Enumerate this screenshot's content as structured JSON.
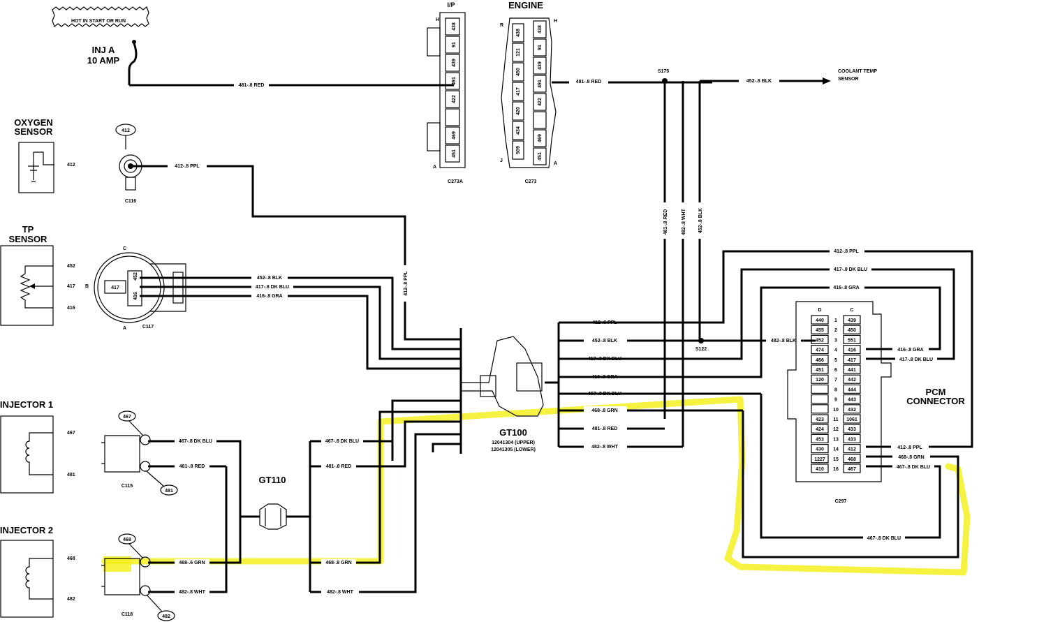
{
  "banner": "HOT IN START OR RUN",
  "fuse": {
    "line1": "INJ A",
    "line2": "10 AMP"
  },
  "connectors": {
    "ip": {
      "title": "I/P",
      "name": "C273A",
      "pins": [
        "438",
        "91",
        "439",
        "491",
        "422",
        "",
        "469",
        "451"
      ],
      "pin_top": "H",
      "pin_bottom": "A"
    },
    "engine": {
      "title": "ENGINE",
      "name": "C273",
      "pins_left": [
        "438",
        "121",
        "450",
        "417",
        "420",
        "434",
        "509"
      ],
      "pins_right": [
        "438",
        "91",
        "439",
        "491",
        "422",
        "",
        "469",
        "451"
      ],
      "letters": [
        "R",
        "H",
        "J",
        "A"
      ]
    },
    "c116": "C116",
    "c117": "C117",
    "c115": "C115",
    "c118": "C118",
    "c297": "C297"
  },
  "splices": {
    "s175": "S175",
    "s122": "S122"
  },
  "oxygen": {
    "title1": "OXYGEN",
    "title2": "SENSOR",
    "pin": "412",
    "tag": "412"
  },
  "tp": {
    "title1": "TP",
    "title2": "SENSOR",
    "pins": [
      "452",
      "417",
      "416"
    ],
    "conn_pins": [
      "417",
      "452",
      "416"
    ],
    "letters": [
      "C",
      "B",
      "A"
    ]
  },
  "injector1": {
    "title": "INJECTOR 1",
    "pins": [
      "467",
      "481"
    ],
    "tags": [
      "467",
      "481"
    ]
  },
  "injector2": {
    "title": "INJECTOR 2",
    "pins": [
      "468",
      "482"
    ],
    "tags": [
      "468",
      "482"
    ]
  },
  "wires": {
    "w481_red": "481-.8 RED",
    "w452_blk_top": "452-.8 BLK",
    "coolant": {
      "l1": "COOLANT TEMP",
      "l2": "SENSOR"
    },
    "w412_ppl": "412-.8 PPL",
    "tp_452": "452-.8 BLK",
    "tp_417": "417-.8 DK BLU",
    "tp_416": "416-.8 GRA",
    "v412": "412-.8 PPL",
    "v481": "481-.8 RED",
    "v482": "482-.8 WHT",
    "v452": "452-.8 BLK",
    "gt100": [
      "412-.8 PPL",
      "452-.8 BLK",
      "417-.8 DK BLU",
      "416-.8 GRA",
      "467-.8 DK BLU",
      "468-.8 GRN",
      "481-.8 RED",
      "482-.8 WHT"
    ],
    "loop": [
      "412-.8 PPL",
      "417-.8 DK BLU",
      "416-.8 GRA"
    ],
    "s122_blk": "482-.8 BLK",
    "inj1_467": "467-.8 DK BLU",
    "inj1_481": "481-.8 RED",
    "inj2_468": "468-.6 GRN",
    "inj2_482": "482-.8 WHT",
    "gt110_r": [
      "467-.8 DK BLU",
      "481-.8 RED",
      "468-.8 GRN",
      "482-.8 WHT"
    ],
    "pcm_right": [
      "416-.8 GRA",
      "417-.8 DK BLU",
      "412-.8 PPL",
      "468-.8 GRN",
      "467-.8 DK BLU"
    ],
    "bottom_467": "467-.8 DK BLU"
  },
  "gt100": {
    "title": "GT100",
    "l1": "12041304 (UPPER)",
    "l2": "12041305 (LOWER)"
  },
  "gt110": {
    "title": "GT110"
  },
  "pcm": {
    "title1": "PCM",
    "title2": "CONNECTOR",
    "col_d": "D",
    "col_c": "C",
    "rows": [
      {
        "n": "1",
        "d": "440",
        "c": "439"
      },
      {
        "n": "2",
        "d": "455",
        "c": "450"
      },
      {
        "n": "3",
        "d": "452",
        "c": "551"
      },
      {
        "n": "4",
        "d": "474",
        "c": "416"
      },
      {
        "n": "5",
        "d": "466",
        "c": "417"
      },
      {
        "n": "6",
        "d": "451",
        "c": "441"
      },
      {
        "n": "7",
        "d": "120",
        "c": "442"
      },
      {
        "n": "8",
        "d": "",
        "c": "444"
      },
      {
        "n": "9",
        "d": "",
        "c": "443"
      },
      {
        "n": "10",
        "d": "",
        "c": "432"
      },
      {
        "n": "11",
        "d": "423",
        "c": "1061"
      },
      {
        "n": "12",
        "d": "424",
        "c": "433"
      },
      {
        "n": "13",
        "d": "453",
        "c": "433"
      },
      {
        "n": "14",
        "d": "430",
        "c": "412"
      },
      {
        "n": "15",
        "d": "1227",
        "c": "468"
      },
      {
        "n": "16",
        "d": "410",
        "c": "467"
      }
    ]
  },
  "colors": {
    "highlight": "#f5f020",
    "ink": "#000000"
  }
}
